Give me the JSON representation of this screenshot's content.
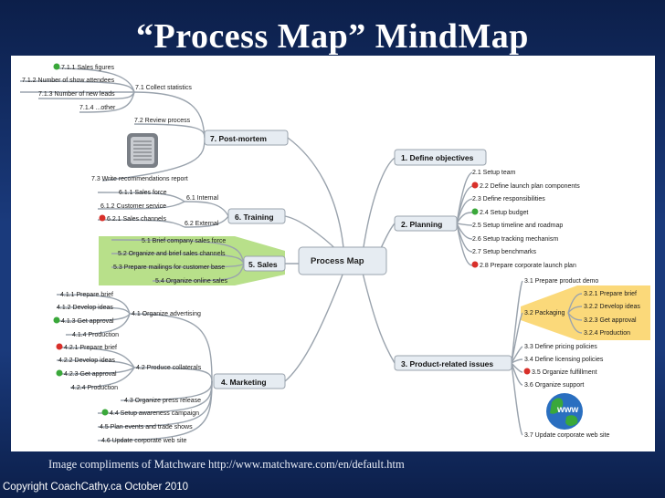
{
  "slide": {
    "title": "“Process Map” MindMap",
    "caption": "Image compliments of  Matchware http://www.matchware.com/en/default.htm",
    "footer": "Copyright CoachCathy.ca October 2010"
  },
  "mindmap": {
    "central": "Process Map",
    "branches": {
      "b1": {
        "label": "1. Define objectives"
      },
      "b2": {
        "label": "2. Planning",
        "items": [
          "2.1  Setup team",
          "2.2  Define launch plan components",
          "2.3 Define responsibilities",
          "2.4  Setup budget",
          "2.5 Setup timeline and roadmap",
          "2.6  Setup tracking mechanism",
          "2.7  Setup benchmarks",
          "2.8  Prepare corporate launch plan"
        ]
      },
      "b3": {
        "label": "3. Product-related issues",
        "items": [
          "3.1  Prepare product demo",
          "3.2  Packaging",
          "3.3 Define pricing policies",
          "3.4  Define licensing policies",
          "3.5  Organize fulfillment",
          "3.6  Organize support",
          "3.7  Update corporate web site"
        ],
        "packaging_items": [
          "3.2.1  Prepare brief",
          "3.2.2  Develop ideas",
          "3.2.3  Get approval",
          "3.2.4  Production"
        ],
        "www_label": "www"
      },
      "b4": {
        "label": "4. Marketing",
        "sub1": "4.1  Organize advertising",
        "sub1_items": [
          "4.1.1  Prepare brief",
          "4.1.2  Develop ideas",
          "4.1.3  Get approval",
          "4.1.4  Production"
        ],
        "sub2": "4.2  Produce collaterals",
        "sub2_items": [
          "4.2.1  Prepare brief",
          "4.2.2  Develop ideas",
          "4.2.3  Get approval",
          "4.2.4  Production"
        ],
        "items": [
          "4.3  Organize press release",
          "4.4  Setup awareness campaign",
          "4.5  Plan events and trade shows",
          "4.6  Update corporate web site"
        ]
      },
      "b5": {
        "label": "5. Sales",
        "items": [
          "5.1  Brief company sales force",
          "5.2  Organize and brief sales channels",
          "5.3 Prepare mailings for customer base",
          "5.4  Organize online sales"
        ]
      },
      "b6": {
        "label": "6. Training",
        "sub1": "6.1  Internal",
        "sub1_items": [
          "6.1.1  Sales force",
          "6.1.2  Customer service"
        ],
        "sub2": "6.2  External",
        "sub2_items": [
          "6.2.1  Sales channels"
        ]
      },
      "b7": {
        "label": "7.  Post-mortem",
        "sub1": "7.1  Collect statistics",
        "sub1_items": [
          "7.1.1  Sales figures",
          "7.1.2  Number of show attendees",
          "7.1.3  Number of new leads",
          "7.1.4  ...other"
        ],
        "sub2": "7.2  Review process",
        "sub3": "7.3  Write recommendations report"
      }
    },
    "colors": {
      "line": "#9aa3ad",
      "node_fill": "#e6ecf2",
      "sales_band": "#b8e08a",
      "packaging_band": "#fbd56b",
      "icon_green": "#3aa83a",
      "icon_red": "#d8302a"
    }
  }
}
